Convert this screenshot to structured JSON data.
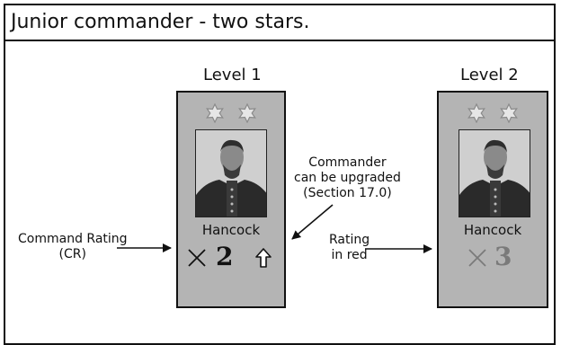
{
  "header": {
    "title": "Junior commander - two stars."
  },
  "levels": [
    {
      "label": "Level 1",
      "name": "Hancock",
      "rating": "2",
      "rating_color": "#111111",
      "stars": 2,
      "upgrade_arrow": true
    },
    {
      "label": "Level 2",
      "name": "Hancock",
      "rating": "3",
      "rating_color": "#7a7a7a",
      "stars": 2,
      "upgrade_arrow": false
    }
  ],
  "callouts": {
    "command_rating": [
      "Command Rating",
      "(CR)"
    ],
    "upgrade": [
      "Commander",
      "can be upgraded",
      "(Section 17.0)"
    ],
    "rating_red": [
      "Rating",
      "in red"
    ]
  },
  "colors": {
    "card_bg": "#b4b4b4",
    "star_fill": "#e6e6e6",
    "star_stroke": "#8a8a8a"
  }
}
